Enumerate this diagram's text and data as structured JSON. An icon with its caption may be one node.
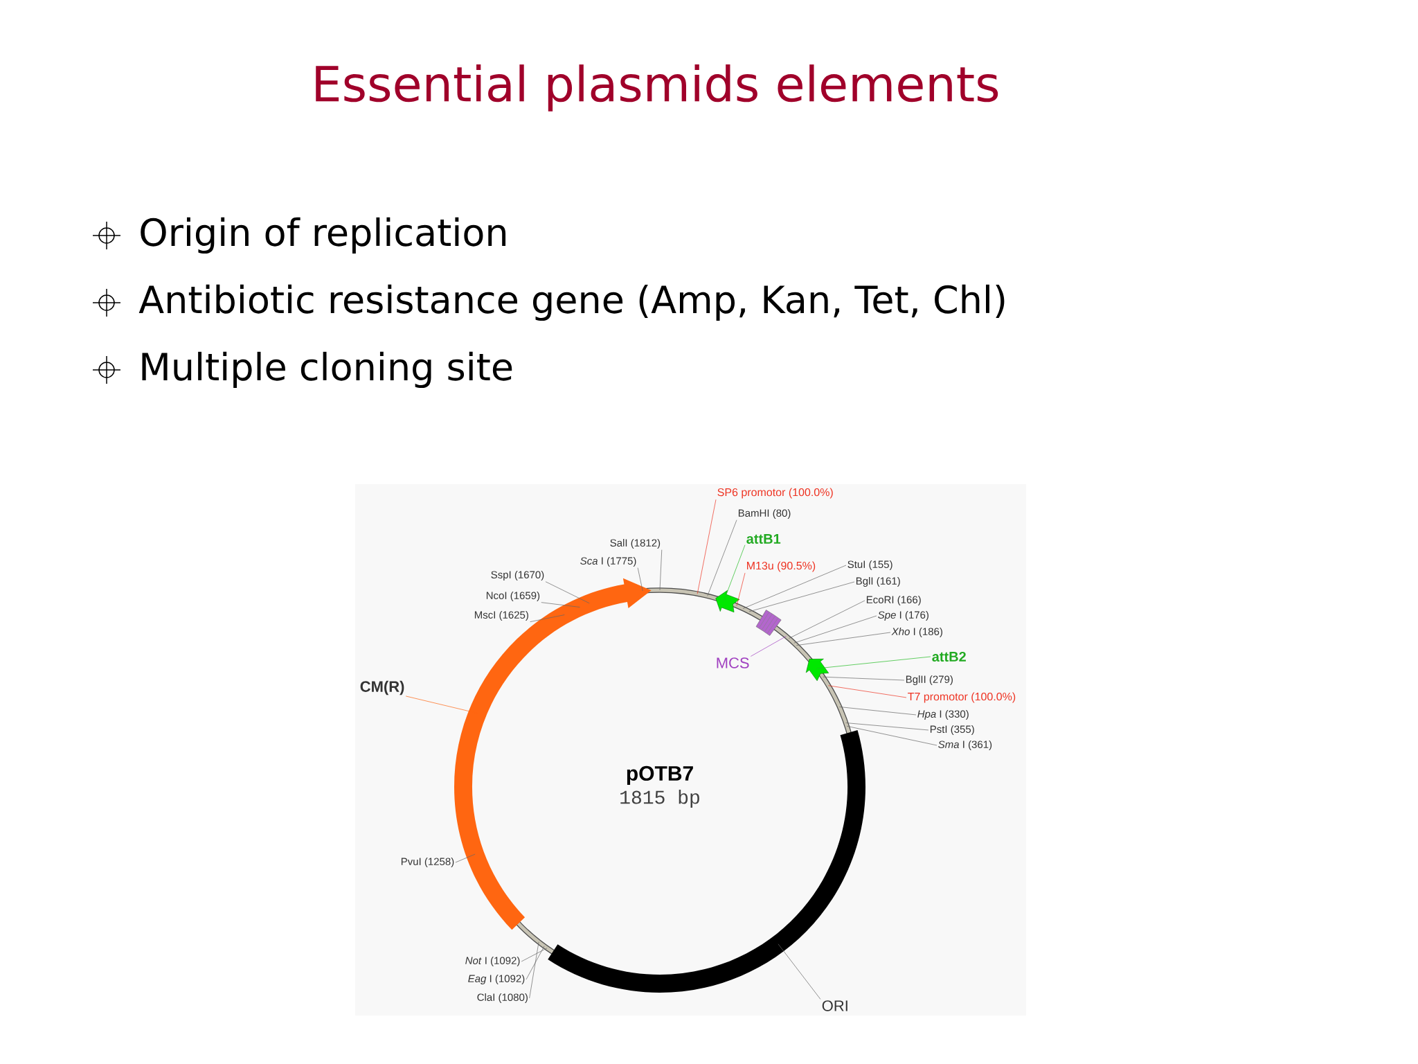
{
  "diagram": {
    "title": "Essential plasmids elements",
    "nodes": [
      {
        "text": [
          "pOTB7",
          "1815 bp"
        ]
      },
      {
        "text": [
          "SP6 promotor (100.0%)"
        ]
      },
      {
        "text": [
          "BamHI (80)"
        ]
      },
      {
        "text": [
          "attB1"
        ]
      },
      {
        "text": [
          "SalI (1812)"
        ]
      },
      {
        "text": [
          "M13u (90.5%)"
        ]
      },
      {
        "text": [
          "*Sca* I (1775)"
        ]
      },
      {
        "text": [
          "StuI (155)"
        ]
      },
      {
        "text": [
          "SspI (1670)"
        ]
      },
      {
        "text": [
          "BglI (161)"
        ]
      },
      {
        "text": [
          "NcoI (1659)"
        ]
      },
      {
        "text": [
          "EcoRI (166)"
        ]
      },
      {
        "text": [
          "MscI (1625)"
        ]
      },
      {
        "text": [
          "*Spe* I (176)"
        ]
      },
      {
        "text": [
          "*Xho* I (186)"
        ]
      },
      {
        "text": [
          "attB2"
        ]
      },
      {
        "text": [
          "MCS"
        ],
        "in": 0
      },
      {
        "text": [
          "BglII (279)"
        ]
      },
      {
        "text": [
          "CM(R)"
        ]
      },
      {
        "text": [
          "T7 promotor (100.0%)"
        ]
      },
      {
        "text": [
          "*Hpa* I (330)"
        ]
      },
      {
        "text": [
          "PstI (355)"
        ]
      },
      {
        "text": [
          "*Sma* I (361)"
        ]
      },
      {
        "text": [
          "PvuI (1258)"
        ]
      },
      {
        "text": [
          "*Not* I (1092)"
        ]
      },
      {
        "text": [
          "*Eag* I (1092)"
        ]
      },
      {
        "text": [
          "ClaI (1080)"
        ]
      },
      {
        "text": [
          "ORI"
        ]
      }
    ],
    "edges": [
      {
        "from": 1,
        "to": 0,
        "arrow": "none",
        "color": "#ee3322"
      },
      {
        "from": 2,
        "to": 0,
        "arrow": "none"
      },
      {
        "from": 3,
        "to": 0,
        "arrow": "none",
        "color": "#22bb22"
      },
      {
        "from": 4,
        "to": 0,
        "arrow": "none"
      },
      {
        "from": 5,
        "to": 0,
        "arrow": "none",
        "color": "#ee3322"
      },
      {
        "from": 6,
        "to": 0,
        "arrow": "none"
      },
      {
        "from": 7,
        "to": 0,
        "arrow": "none"
      },
      {
        "from": 8,
        "to": 0,
        "arrow": "none"
      },
      {
        "from": 9,
        "to": 0,
        "arrow": "none"
      },
      {
        "from": 10,
        "to": 0,
        "arrow": "none"
      },
      {
        "from": 11,
        "to": 0,
        "arrow": "none"
      },
      {
        "from": 12,
        "to": 0,
        "arrow": "none"
      },
      {
        "from": 13,
        "to": 0,
        "arrow": "none"
      },
      {
        "from": 14,
        "to": 0,
        "arrow": "none"
      },
      {
        "from": 15,
        "to": 0,
        "arrow": "none",
        "color": "#22bb22"
      },
      {
        "from": 16,
        "to": 0,
        "arrow": "none",
        "color": "#a040c0"
      },
      {
        "from": 17,
        "to": 0,
        "arrow": "none"
      },
      {
        "from": 18,
        "to": 0,
        "arrow": "none",
        "color": "#ff6611"
      },
      {
        "from": 19,
        "to": 0,
        "arrow": "none",
        "color": "#ee3322"
      },
      {
        "from": 20,
        "to": 0,
        "arrow": "none"
      },
      {
        "from": 21,
        "to": 0,
        "arrow": "none"
      },
      {
        "from": 22,
        "to": 0,
        "arrow": "none"
      },
      {
        "from": 23,
        "to": 0,
        "arrow": "none"
      },
      {
        "from": 24,
        "to": 0,
        "arrow": "none"
      },
      {
        "from": 25,
        "to": 0,
        "arrow": "none"
      },
      {
        "from": 26,
        "to": 0,
        "arrow": "none"
      },
      {
        "from": 27,
        "to": 0,
        "arrow": "none"
      }
    ],
    "labels": [
      "Origin of replication",
      "Antibiotic resistance gene (Amp, Kan, Tet, Chl)",
      "Multiple cloning site"
    ]
  }
}
